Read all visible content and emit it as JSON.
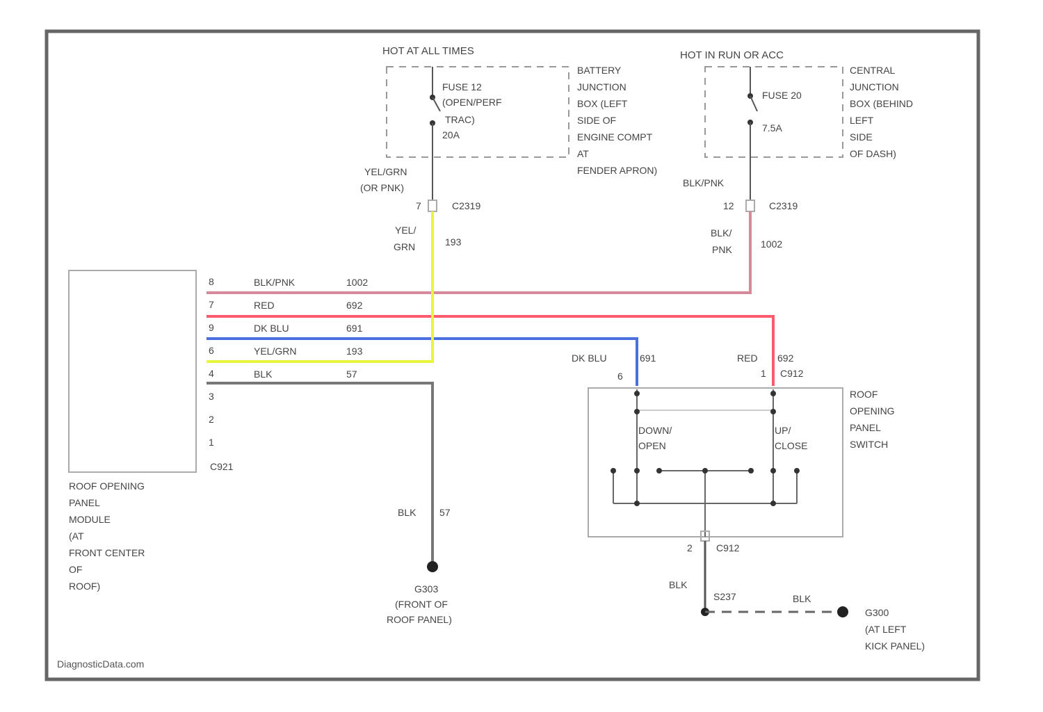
{
  "diagram": {
    "watermark": "DiagnosticData.com",
    "power": {
      "hot_at_all_times": "HOT AT ALL TIMES",
      "hot_in_run": "HOT IN RUN OR ACC",
      "fuse12": [
        "FUSE 12",
        "(OPEN/PERF",
        "TRAC)",
        "20A"
      ],
      "fuse20": [
        "FUSE 20",
        "7.5A"
      ],
      "bjb": [
        "BATTERY",
        "JUNCTION",
        "BOX (LEFT",
        "SIDE OF",
        "ENGINE COMPT",
        "AT",
        "FENDER APRON)"
      ],
      "cjb": [
        "CENTRAL",
        "JUNCTION",
        "BOX (BEHIND",
        "LEFT",
        "SIDE",
        "OF DASH)"
      ]
    },
    "wires": {
      "w_yel_grn_top": [
        "YEL/GRN",
        "(OR PNK)"
      ],
      "w_blk_pnk_top": "BLK/PNK",
      "c2319_pin_l": "7",
      "c2319_pin_r": "12",
      "c2319_l": "C2319",
      "c2319_r": "C2319",
      "yel_grn_mid": [
        "YEL/",
        "GRN"
      ],
      "yel_grn_circ": "193",
      "blk_pnk_mid": [
        "BLK/",
        "PNK"
      ],
      "blk_pnk_circ": "1002"
    },
    "module": {
      "name": [
        "ROOF OPENING",
        "PANEL",
        "MODULE",
        "(AT",
        "FRONT CENTER",
        "OF",
        "ROOF)"
      ],
      "connector": "C921",
      "pins": [
        "8",
        "7",
        "9",
        "6",
        "4",
        "3",
        "2",
        "1"
      ],
      "rows": [
        {
          "color": "BLK/PNK",
          "circuit": "1002"
        },
        {
          "color": "RED",
          "circuit": "692"
        },
        {
          "color": "DK BLU",
          "circuit": "691"
        },
        {
          "color": "YEL/GRN",
          "circuit": "193"
        },
        {
          "color": "BLK",
          "circuit": "57"
        }
      ]
    },
    "switch": {
      "name": [
        "ROOF",
        "OPENING",
        "PANEL",
        "SWITCH"
      ],
      "down_open": [
        "DOWN/",
        "OPEN"
      ],
      "up_close": [
        "UP/",
        "CLOSE"
      ],
      "dkblu_label": "DK BLU",
      "dkblu_circ": "691",
      "red_label": "RED",
      "red_circ": "692",
      "pin_top_l": "6",
      "pin_top_r": "1",
      "conn_top": "C912",
      "pin_bot": "2",
      "conn_bot": "C912",
      "blk_label": "BLK",
      "splice": "S237",
      "blk_label2": "BLK"
    },
    "grounds": {
      "g1_wire": "BLK",
      "g1_circ": "57",
      "g1": [
        "G303",
        "(FRONT OF",
        "ROOF PANEL)"
      ],
      "g2": [
        "G300",
        "(AT LEFT",
        "KICK PANEL)"
      ]
    },
    "colors": {
      "frame": "#666666",
      "blk_pnk": "#d48a9a",
      "red": "#ff5a6e",
      "blue": "#4a6fe0",
      "yellow": "#e8f53a",
      "black": "#555555"
    }
  }
}
